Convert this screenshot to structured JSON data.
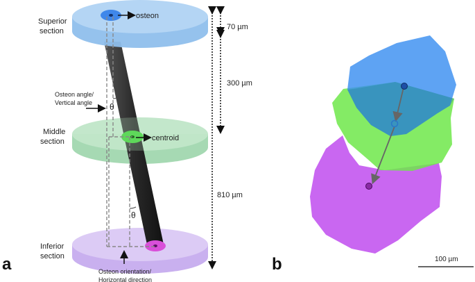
{
  "panel_a": {
    "letter": "a",
    "sections": {
      "superior": [
        "Superior",
        "section"
      ],
      "middle": [
        "Middle",
        "section"
      ],
      "inferior": [
        "Inferior",
        "section"
      ]
    },
    "labels": {
      "osteon": "osteon",
      "centroid": "centroid",
      "theta": "θ",
      "osteon_angle": [
        "Osteon angle/",
        "Vertical angle"
      ],
      "osteon_orientation": [
        "Osteon orientation/",
        "Horizontal direction"
      ]
    },
    "dimensions": {
      "d70": "70 µm",
      "d300": "300 µm",
      "d810": "810 µm"
    },
    "colors": {
      "superior": "#a9cdf2",
      "middle": "#b6e2c0",
      "inferior": "#d7c3f3",
      "osteon_rod": "#2a2a2a"
    }
  },
  "panel_b": {
    "letter": "b",
    "scale_label": "100 µm",
    "colors": {
      "blue": "#3b8ff0",
      "green": "#6ee84a",
      "magenta": "#c45af0"
    }
  }
}
